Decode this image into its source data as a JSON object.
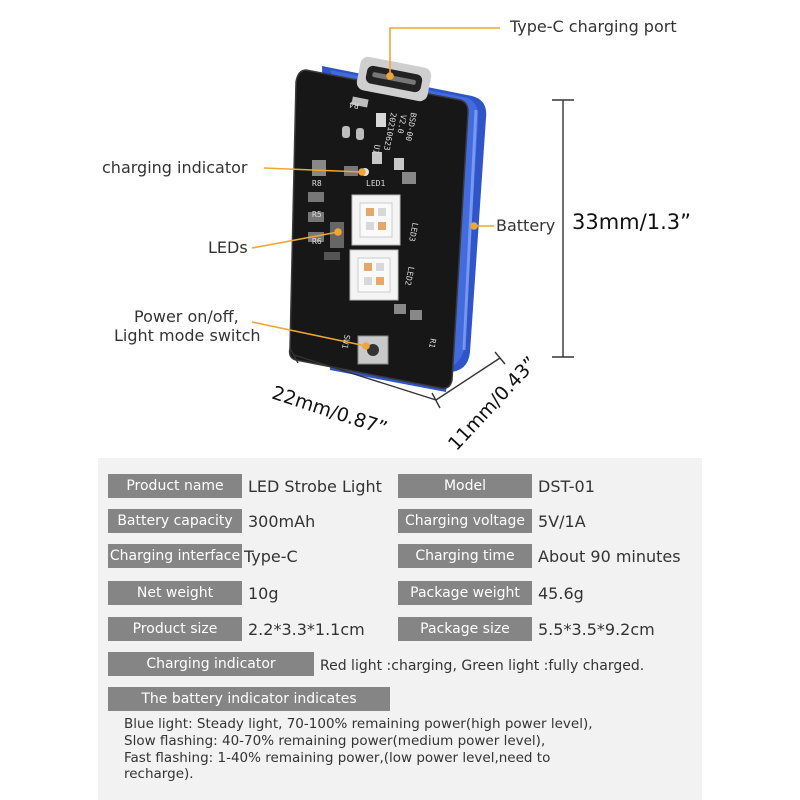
{
  "callouts": {
    "type_c_port": "Type-C charging port",
    "charging_indicator": "charging indicator",
    "leds": "LEDs",
    "power_switch_line1": "Power on/off,",
    "power_switch_line2": "Light mode switch",
    "battery": "Battery"
  },
  "dimensions": {
    "height": "33mm/1.3”",
    "width": "22mm/0.87”",
    "depth": "11mm/0.43”"
  },
  "pcb_markings": {
    "led1": "LED1",
    "led2": "LED2",
    "led3": "LED3",
    "sw1": "SW1",
    "r1": "R1",
    "r4": "R4",
    "r5": "R5",
    "r6": "R6",
    "r8": "R8",
    "u1": "U1",
    "ver": "V2.0",
    "code": "BSD-00",
    "date": "20210623"
  },
  "specs": [
    {
      "label": "Product name",
      "value": "LED Strobe Light"
    },
    {
      "label": "Model",
      "value": "DST-01"
    },
    {
      "label": "Battery capacity",
      "value": "300mAh"
    },
    {
      "label": "Charging voltage",
      "value": "5V/1A"
    },
    {
      "label": "Charging interface",
      "value": "Type-C"
    },
    {
      "label": "Charging time",
      "value": "About 90 minutes"
    },
    {
      "label": "Net weight",
      "value": "10g"
    },
    {
      "label": "Package weight",
      "value": "45.6g"
    },
    {
      "label": "Product size",
      "value": "2.2*3.3*1.1cm"
    },
    {
      "label": "Package size",
      "value": "5.5*3.5*9.2cm"
    }
  ],
  "charging_indicator_row": {
    "label": "Charging indicator",
    "value": "Red light :charging, Green light :fully charged."
  },
  "battery_indicator": {
    "label": "The battery indicator indicates",
    "lines": [
      "Blue light: Steady light, 70-100% remaining power(high power level),",
      "Slow flashing: 40-70% remaining power(medium power level),",
      "Fast flashing: 1-40% remaining power,(low power level,need to",
      "recharge)."
    ]
  },
  "colors": {
    "panel_bg": "#f2f2f2",
    "label_bg": "#858585",
    "callout_line": "#f0a630",
    "pcb": "#1a1a1a",
    "battery_blue": "#3b63d8"
  }
}
